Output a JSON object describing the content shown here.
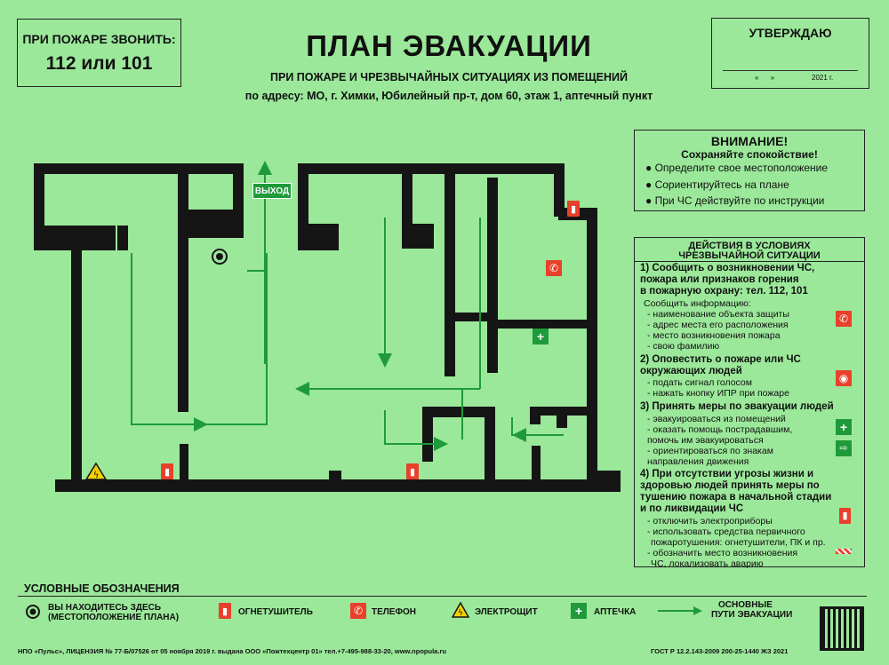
{
  "call_box": {
    "line1": "ПРИ ПОЖАРЕ ЗВОНИТЬ:",
    "line2": "112 или 101"
  },
  "title": "ПЛАН ЭВАКУАЦИИ",
  "subtitle": "ПРИ ПОЖАРЕ И ЧРЕЗВЫЧАЙНЫХ СИТУАЦИЯХ ИЗ ПОМЕЩЕНИЙ",
  "address": "по адресу: МО, г. Химки, Юбилейный пр-т, дом 60, этаж 1, аптечный пункт",
  "approve": {
    "title": "УТВЕРЖДАЮ",
    "date_quotes": "«      »",
    "year": "2021 г."
  },
  "exit_label": "ВЫХОД",
  "attention": {
    "title": "ВНИМАНИЕ!",
    "subtitle": "Сохраняйте спокойствие!",
    "items": [
      "Определите свое местоположение",
      "Сориентируйтесь на плане",
      "При ЧС действуйте по инструкции"
    ]
  },
  "actions": {
    "title1": "ДЕЙСТВИЯ В УСЛОВИЯХ",
    "title2": "ЧРЕЗВЫЧАЙНОЙ СИТУАЦИИ",
    "s1": [
      "1) Сообщить о возникновении ЧС,",
      "пожара или признаков горения",
      "в пожарную охрану: тел. 112, 101"
    ],
    "s1_info": "Сообщить информацию:",
    "s1_items": [
      "- наименование объекта защиты",
      "- адрес места его расположения",
      "- место возникновения пожара",
      "- свою фамилию"
    ],
    "s2": [
      "2) Оповестить о пожаре или ЧС",
      "окружающих людей"
    ],
    "s2_items": [
      "- подать сигнал голосом",
      "- нажать кнопку  ИПР при пожаре"
    ],
    "s3": [
      "3) Принять меры по эвакуации людей"
    ],
    "s3_items": [
      "- эвакуироваться из помещений",
      "- оказать помощь пострадавшим,",
      "помочь им эвакуироваться",
      "- ориентироваться по знакам",
      "направления движения"
    ],
    "s4": [
      "4) При отсутствии угрозы жизни и",
      "здоровью людей принять меры по",
      "тушению пожара в начальной стадии",
      "и по ликвидации ЧС"
    ],
    "s4_items": [
      "- отключить электроприборы",
      "- использовать средства первичного",
      "пожаротушения: огнетушители, ПК и пр.",
      "- обозначить место возникновения",
      "ЧС, локализовать аварию"
    ]
  },
  "legend": {
    "title": "УСЛОВНЫЕ ОБОЗНАЧЕНИЯ",
    "you_are_here": [
      "ВЫ НАХОДИТЕСЬ ЗДЕСЬ",
      "(МЕСТОПОЛОЖЕНИЕ ПЛАНА)"
    ],
    "extinguisher": "ОГНЕТУШИТЕЛЬ",
    "phone": "ТЕЛЕФОН",
    "electric": "ЭЛЕКТРОЩИТ",
    "firstaid": "АПТЕЧКА",
    "routes": [
      "ОСНОВНЫЕ",
      "ПУТИ ЭВАКУАЦИИ"
    ]
  },
  "footer": {
    "left": "НПО «Пульс», ЛИЦЕНЗИЯ  № 77-Б/07526 от 05 ноября 2019 г.  выдана ООО «Пожтехцентр 01» тел.+7-495-988-33-20, www.npopula.ru",
    "right": "ГОСТ Р 12.2.143-2009 200-25-1440 ЖЗ 2021"
  },
  "colors": {
    "background": "#9be89a",
    "wall": "#151515",
    "route": "#1f9a3a",
    "sign_red": "#e8402a"
  }
}
